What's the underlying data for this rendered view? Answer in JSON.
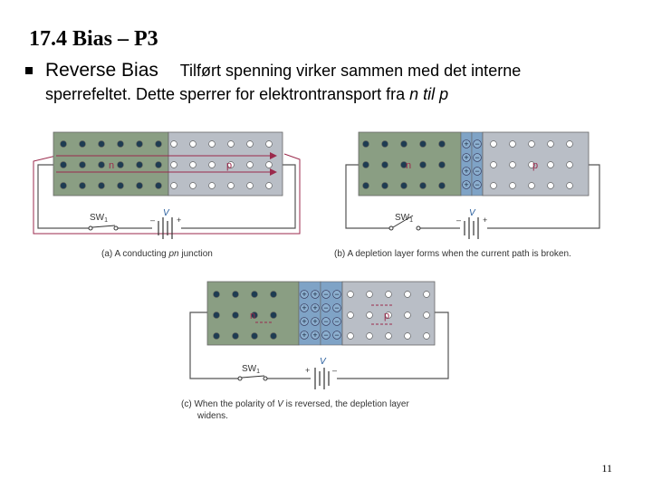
{
  "slide": {
    "title": "17.4 Bias – P3",
    "bullet_head": "Reverse Bias",
    "bullet_text_1": "Tilført spenning virker sammen med det interne",
    "bullet_text_2a": "sperrefeltet. Dette sperrer for elektrontransport fra ",
    "bullet_text_2b": "n til p",
    "page_number": "11"
  },
  "figures": {
    "a": {
      "n_label": "n",
      "p_label": "p",
      "switch_label": "SW",
      "switch_sub": "1",
      "battery_label": "V",
      "minus": "–",
      "plus": "+",
      "caption_prefix": "(a) A conducting ",
      "caption_italic": "pn",
      "caption_suffix": " junction"
    },
    "b": {
      "n_label": "n",
      "p_label": "p",
      "switch_label": "SW",
      "switch_sub": "1",
      "battery_label": "V",
      "minus": "–",
      "plus": "+",
      "caption": "(b) A depletion layer forms when the current path is broken."
    },
    "c": {
      "n_label": "n",
      "p_label": "p",
      "switch_label": "SW",
      "switch_sub": "1",
      "battery_label": "V",
      "minus": "–",
      "plus": "+",
      "caption_line1_a": "(c) When the polarity of ",
      "caption_line1_v": "V",
      "caption_line1_b": " is reversed, the depletion layer",
      "caption_line2": "widens."
    }
  },
  "colors": {
    "n_region": "#8a9e83",
    "p_region": "#b9bec6",
    "depletion": "#7fa3c6",
    "hole": "#ffffff",
    "electron": "#1e3c52",
    "wire": "#555555",
    "current": "#9b2a4c"
  }
}
